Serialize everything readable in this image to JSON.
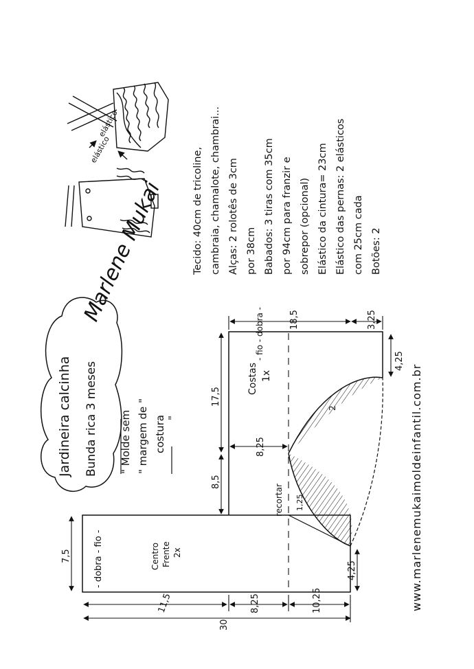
{
  "title": {
    "line1": "Jardineira calcinha",
    "line2": "Bunda rica   3 meses"
  },
  "mold_note": {
    "line1": "\" Molde sem",
    "line2": "\" margem de \"",
    "line3": "costura",
    "line4": "\""
  },
  "signature": "Marlene Mukai",
  "illustration": {
    "elastic_label_1": "elástico",
    "elastic_label_2": "elástico"
  },
  "materials": [
    "Tecido: 40cm de tricoline,",
    "cambraia, chamalote, chambrai...",
    "Alças: 2 rolotês de 3cm",
    "por 38cm",
    "Babados: 3 tiras com 35cm",
    "por 94cm  para franzir e",
    "sobrepor (opcional)",
    "Elástico da cintura= 23cm",
    "Elástico das pernas: 2 elásticos",
    "com 25cm cada",
    "Botões: 2"
  ],
  "pattern": {
    "front": {
      "label_1": "Centro",
      "label_2": "Frente",
      "label_3": "2x",
      "fold_label": "- dobra - fio -"
    },
    "back": {
      "label_1": "Costas",
      "label_2": "1x",
      "fold_label": "- fio - dobra -"
    },
    "cut_label": "recortar",
    "curve_label_1": "2",
    "curve_label_2": "1,25",
    "dimensions": {
      "d_7_5": "7,5",
      "d_11_5": "11,5",
      "d_30": "30",
      "d_8_25_bottom": "8,25",
      "d_10_25": "10,25",
      "d_4_25_left": "4,25",
      "d_8_5": "8,5",
      "d_8_25_mid": "8,25",
      "d_17_5": "17,5",
      "d_18_5": "18,5",
      "d_3_25": "3,25",
      "d_4_25_right": "4,25"
    }
  },
  "website": "www.marlenemukaimoldeinfantil.com.br"
}
